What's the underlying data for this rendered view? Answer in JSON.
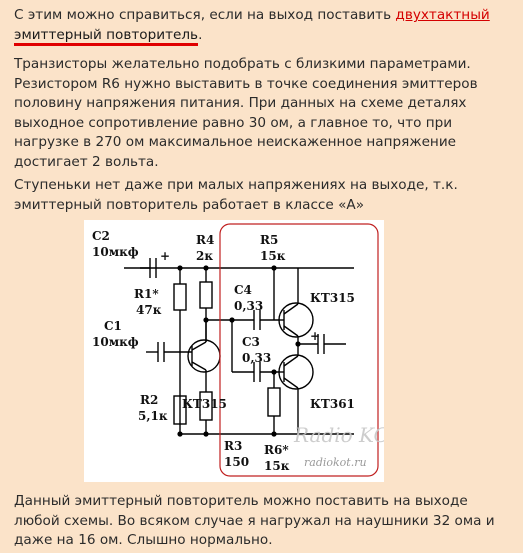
{
  "intro": {
    "text_before": "С этим можно справиться, если на выход поставить ",
    "highlight_1": "двухтактный",
    "highlight_2": "эмиттерный повторитель",
    "text_after": "."
  },
  "paragraph_2": "Транзисторы желательно подобрать с близкими параметрами. Резистором R6 нужно выставить в точке соединения эмиттеров половину напряжения питания. При данных на схеме деталях выходное сопротивление равно 30 ом, а главное то, что при нагрузке в 270 ом максимальное неискаженное напряжение достигает 2 вольта.",
  "paragraph_3": "Ступеньки нет даже при малых напряжениях на выходе, т.к. эмиттерный повторитель работает в классе «А»",
  "paragraph_4": "Данный эмиттерный повторитель можно поставить на выходе любой схемы. Во всяком случае я нагружал на наушники 32 ома и даже на 16 ом. Слышно нормально.",
  "schematic": {
    "c2": "C2",
    "c2_val": "10мкф",
    "r4": "R4",
    "r4_val": "2к",
    "r5": "R5",
    "r5_val": "15к",
    "r1": "R1*",
    "r1_val": "47к",
    "c1": "C1",
    "c1_val": "10мкф",
    "c4": "C4",
    "c4_val": "0,33",
    "c3": "C3",
    "c3_val": "0,33",
    "q_top": "КТ315",
    "q_left": "КТ315",
    "q_bottom": "КТ361",
    "r2": "R2",
    "r2_val": "5,1к",
    "r3": "R3",
    "r3_val": "150",
    "r6": "R6*",
    "r6_val": "15к",
    "plus": "+",
    "watermark_1": "Radio KOT",
    "watermark_2": "radiokot.ru"
  },
  "colors": {
    "background": "#fbe3c9",
    "highlight": "#d40000",
    "frame": "#c02020"
  }
}
